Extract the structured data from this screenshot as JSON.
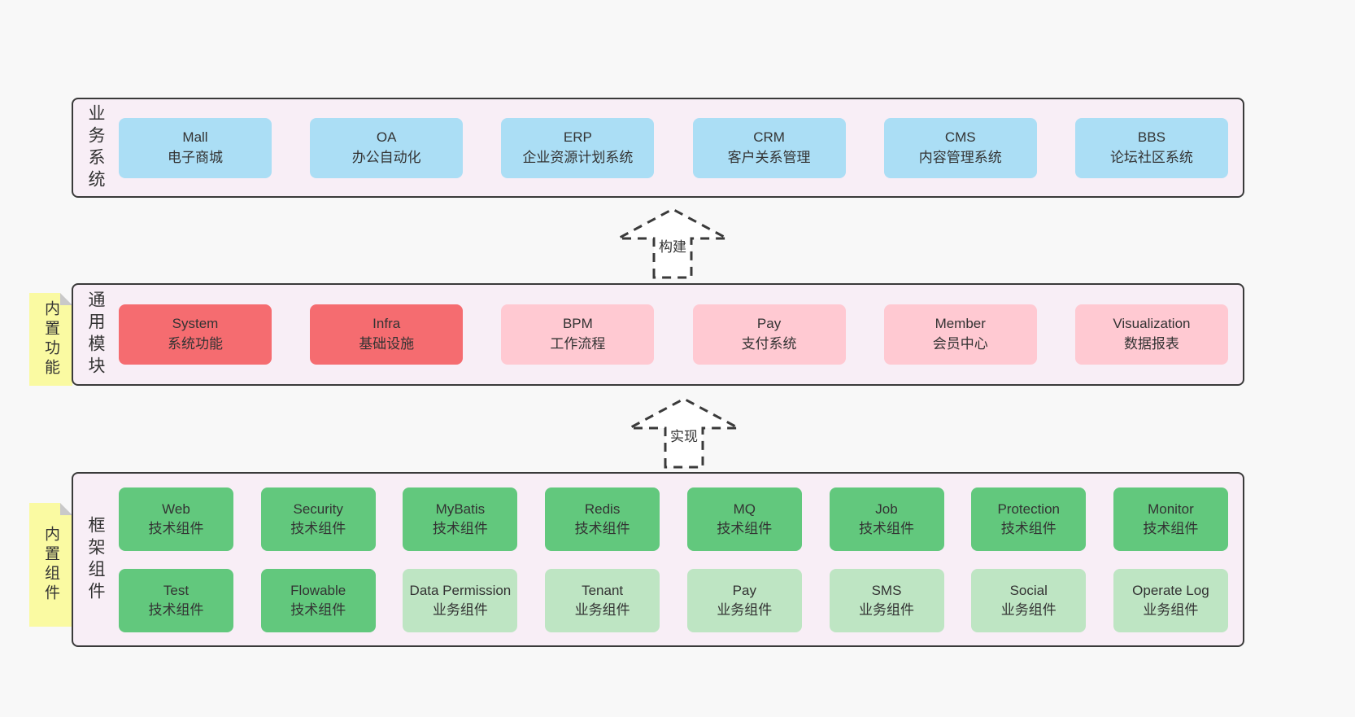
{
  "colors": {
    "background": "#f8f8f8",
    "panel": "#f8eef6",
    "border": "#3a3a3a",
    "blue": "#abdef5",
    "red": "#f56c70",
    "pink": "#ffc9d2",
    "green": "#62c87d",
    "light_green": "#bee5c3",
    "note_yellow": "#fafaa2",
    "fold_gray": "#c9c9c9"
  },
  "arrows": {
    "build": "构建",
    "implement": "实现"
  },
  "layers": {
    "business": {
      "label": "业务系统",
      "boxes": [
        {
          "name": "Mall",
          "desc": "电子商城"
        },
        {
          "name": "OA",
          "desc": "办公自动化"
        },
        {
          "name": "ERP",
          "desc": "企业资源计划系统"
        },
        {
          "name": "CRM",
          "desc": "客户关系管理"
        },
        {
          "name": "CMS",
          "desc": "内容管理系统"
        },
        {
          "name": "BBS",
          "desc": "论坛社区系统"
        }
      ]
    },
    "modules": {
      "label": "通用模块",
      "note": "内置功能",
      "boxes": [
        {
          "name": "System",
          "desc": "系统功能",
          "variant": "red"
        },
        {
          "name": "Infra",
          "desc": "基础设施",
          "variant": "red"
        },
        {
          "name": "BPM",
          "desc": "工作流程",
          "variant": "pink"
        },
        {
          "name": "Pay",
          "desc": "支付系统",
          "variant": "pink"
        },
        {
          "name": "Member",
          "desc": "会员中心",
          "variant": "pink"
        },
        {
          "name": "Visualization",
          "desc": "数据报表",
          "variant": "pink"
        }
      ]
    },
    "components": {
      "label": "框架组件",
      "note": "内置组件",
      "row1": [
        {
          "name": "Web",
          "desc": "技术组件"
        },
        {
          "name": "Security",
          "desc": "技术组件"
        },
        {
          "name": "MyBatis",
          "desc": "技术组件"
        },
        {
          "name": "Redis",
          "desc": "技术组件"
        },
        {
          "name": "MQ",
          "desc": "技术组件"
        },
        {
          "name": "Job",
          "desc": "技术组件"
        },
        {
          "name": "Protection",
          "desc": "技术组件"
        },
        {
          "name": "Monitor",
          "desc": "技术组件"
        }
      ],
      "row2": [
        {
          "name": "Test",
          "desc": "技术组件",
          "variant": "green"
        },
        {
          "name": "Flowable",
          "desc": "技术组件",
          "variant": "green"
        },
        {
          "name": "Data Permission",
          "desc": "业务组件",
          "variant": "light_green"
        },
        {
          "name": "Tenant",
          "desc": "业务组件",
          "variant": "light_green"
        },
        {
          "name": "Pay",
          "desc": "业务组件",
          "variant": "light_green"
        },
        {
          "name": "SMS",
          "desc": "业务组件",
          "variant": "light_green"
        },
        {
          "name": "Social",
          "desc": "业务组件",
          "variant": "light_green"
        },
        {
          "name": "Operate Log",
          "desc": "业务组件",
          "variant": "light_green"
        }
      ]
    }
  }
}
